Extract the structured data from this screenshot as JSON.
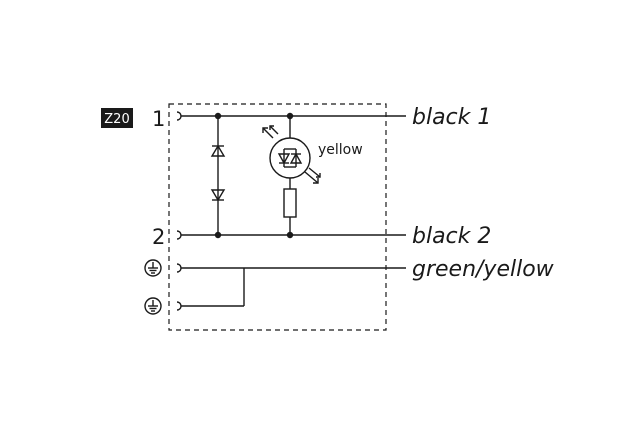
{
  "badge": {
    "text": "Z20"
  },
  "pins": {
    "pin1": "1",
    "pin2": "2"
  },
  "led": {
    "color_label": "yellow"
  },
  "wires": {
    "line1": "black 1",
    "line2": "black 2",
    "line3": "green/yellow"
  },
  "colors": {
    "ink": "#1a1a1a",
    "badge_bg": "#1a1a1a",
    "background": "#ffffff"
  }
}
